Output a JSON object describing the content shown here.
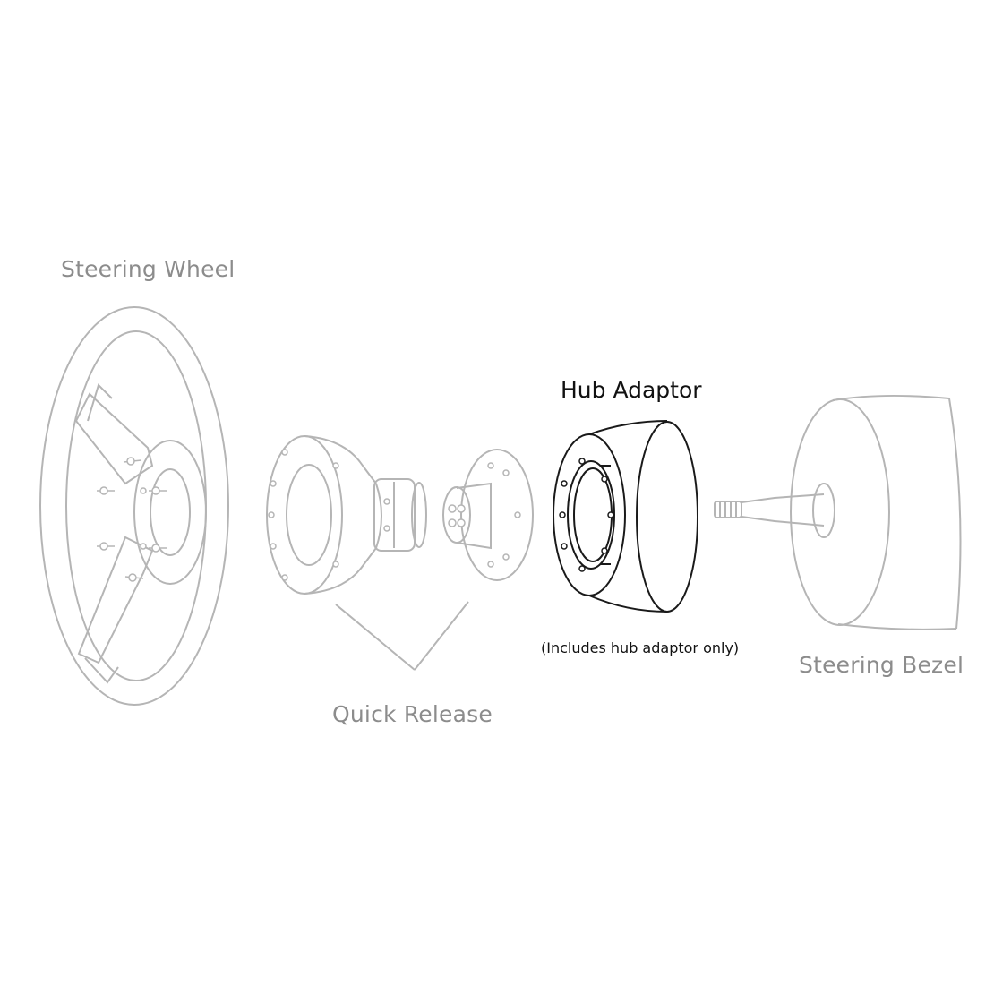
{
  "labels": {
    "steering_wheel": "Steering Wheel",
    "hub_adaptor": "Hub Adaptor",
    "includes_note": "(Includes hub adaptor only)",
    "quick_release": "Quick Release",
    "steering_bezel": "Steering Bezel"
  },
  "colors": {
    "faded_line": "#b5b5b5",
    "dark_line": "#1a1a1a",
    "faded_text": "#8c8c8c",
    "dark_text": "#111111"
  }
}
